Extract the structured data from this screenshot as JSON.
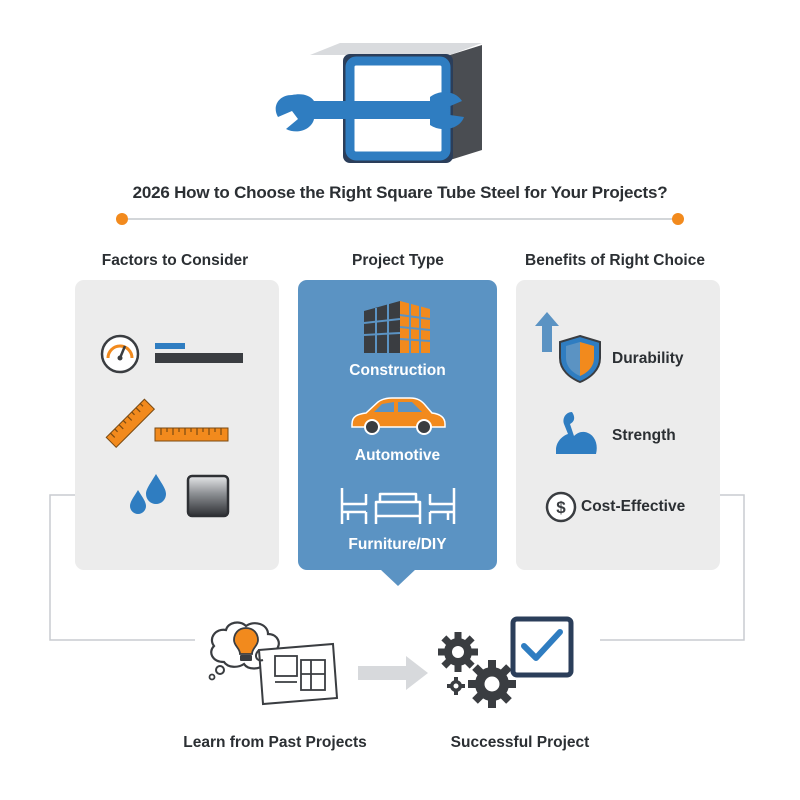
{
  "title": "2026 How to Choose the Right Square Tube Steel for Your Projects?",
  "columns": {
    "factors": {
      "heading": "Factors to Consider"
    },
    "project_type": {
      "heading": "Project Type",
      "items": [
        "Construction",
        "Automotive",
        "Furniture/DIY"
      ]
    },
    "benefits": {
      "heading": "Benefits of Right Choice",
      "items": [
        "Durability",
        "Strength",
        "Cost-Effective"
      ]
    }
  },
  "bottom": {
    "learn": "Learn from Past Projects",
    "success": "Successful Project"
  },
  "colors": {
    "navy": "#2b3e5a",
    "blue": "#2f7dc1",
    "orange": "#f28a1d",
    "panel": "#ececec",
    "panel_blue": "#5b93c3",
    "dark": "#3a3d41"
  }
}
